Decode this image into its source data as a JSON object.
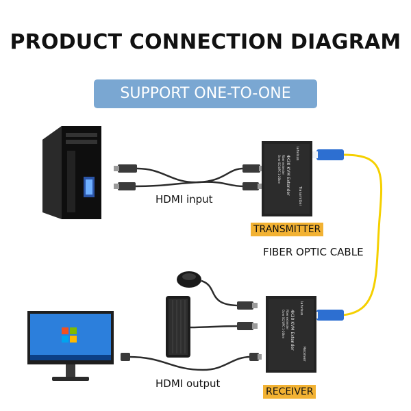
{
  "title": "PRODUCT CONNECTION DIAGRAM",
  "banner": "SUPPORT ONE-TO-ONE",
  "labels": {
    "hdmi_input": "HDMI input",
    "hdmi_output": "HDMI output",
    "fiber": "FIBER OPTIC CABLE",
    "transmitter": "TRANSMITTER",
    "receiver": "RECEIVER"
  },
  "device_text": {
    "tx_brand": "lahvisus",
    "tx_model": "4K30 KVM Extender",
    "tx_detail": "Fiber extender",
    "tx_detail2": "Over SC/UPC 1-20km",
    "tx_role": "Transmitter",
    "rx_brand": "lahvisus",
    "rx_model": "4K30 KVM Extender",
    "rx_detail": "Fiber extender",
    "rx_detail2": "Over SC/UPC 1-20km",
    "rx_role": "Receiver"
  },
  "colors": {
    "banner": "#7aa7d2",
    "tag": "#f2b233",
    "fiber": "#f5d000",
    "connector": "#2d6fd1",
    "device": "#232323"
  }
}
